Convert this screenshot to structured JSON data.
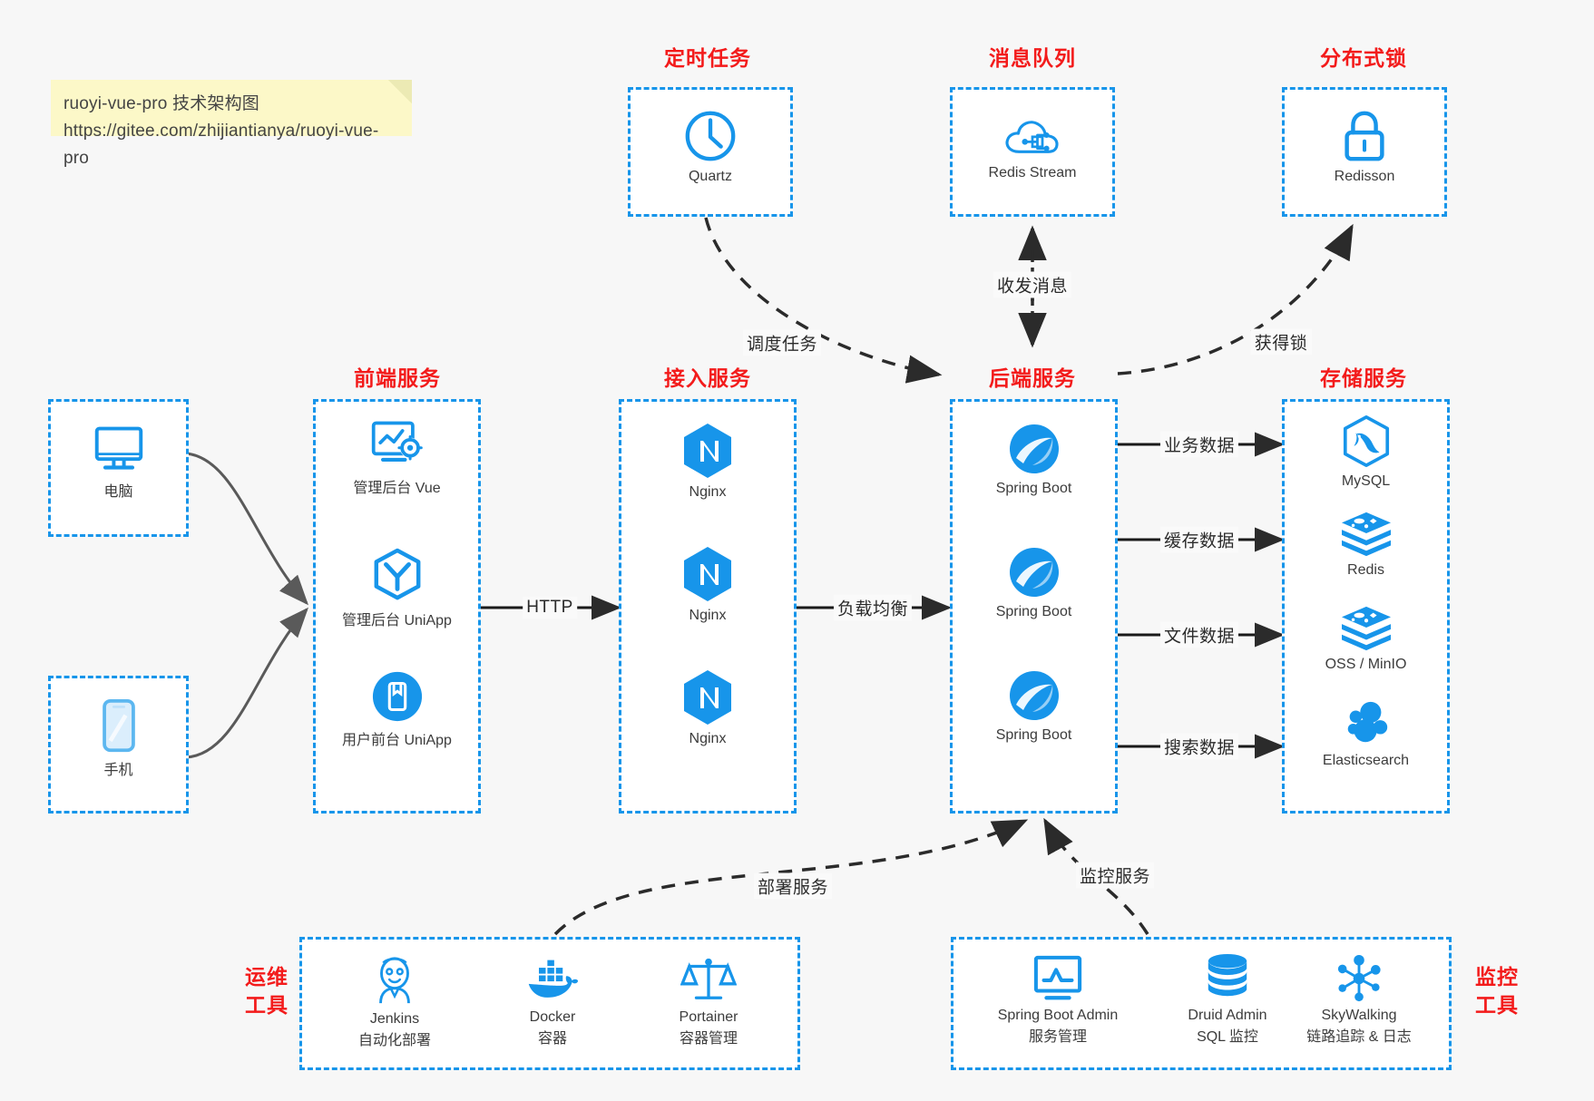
{
  "note": {
    "line1": "ruoyi-vue-pro 技术架构图",
    "line2": "https://gitee.com/zhijiantianya/ruoyi-vue-pro"
  },
  "colors": {
    "accent": "#1795ea",
    "title_red": "#f31b1b",
    "canvas": "#f7f7f7",
    "box_fill": "#ffffff",
    "note_fill": "#fcf8c8",
    "edge": "#3b3b3b",
    "curve": "#5a5a5a"
  },
  "groups": {
    "scheduler": {
      "title": "定时任务",
      "nodes": [
        {
          "label": "Quartz",
          "icon": "clock-icon"
        }
      ]
    },
    "mq": {
      "title": "消息队列",
      "nodes": [
        {
          "label": "Redis Stream",
          "icon": "cloud-network-icon"
        }
      ]
    },
    "lock": {
      "title": "分布式锁",
      "nodes": [
        {
          "label": "Redisson",
          "icon": "lock-icon"
        }
      ]
    },
    "client_pc": {
      "title": "",
      "nodes": [
        {
          "label": "电脑",
          "icon": "desktop-icon"
        }
      ]
    },
    "client_mobile": {
      "title": "",
      "nodes": [
        {
          "label": "手机",
          "icon": "smartphone-icon"
        }
      ]
    },
    "frontend": {
      "title": "前端服务",
      "nodes": [
        {
          "label": "管理后台 Vue",
          "icon": "dashboard-gear-icon"
        },
        {
          "label": "管理后台 UniApp",
          "icon": "uniapp-cube-icon"
        },
        {
          "label": "用户前台 UniApp",
          "icon": "mobile-app-icon"
        }
      ]
    },
    "gateway": {
      "title": "接入服务",
      "nodes": [
        {
          "label": "Nginx",
          "icon": "nginx-icon"
        },
        {
          "label": "Nginx",
          "icon": "nginx-icon"
        },
        {
          "label": "Nginx",
          "icon": "nginx-icon"
        }
      ]
    },
    "backend": {
      "title": "后端服务",
      "nodes": [
        {
          "label": "Spring Boot",
          "icon": "spring-boot-icon"
        },
        {
          "label": "Spring Boot",
          "icon": "spring-boot-icon"
        },
        {
          "label": "Spring Boot",
          "icon": "spring-boot-icon"
        }
      ]
    },
    "storage": {
      "title": "存储服务",
      "nodes": [
        {
          "label": "MySQL",
          "icon": "mysql-dolphin-icon"
        },
        {
          "label": "Redis",
          "icon": "redis-stack-icon"
        },
        {
          "label": "OSS / MinIO",
          "icon": "oss-stack-icon"
        },
        {
          "label": "Elasticsearch",
          "icon": "elasticsearch-icon"
        }
      ]
    },
    "devops": {
      "title": "运维\n工具",
      "title_lines": [
        "运维",
        "工具"
      ],
      "nodes": [
        {
          "label": "Jenkins",
          "sub": "自动化部署",
          "icon": "jenkins-butler-icon"
        },
        {
          "label": "Docker",
          "sub": "容器",
          "icon": "docker-whale-icon"
        },
        {
          "label": "Portainer",
          "sub": "容器管理",
          "icon": "portainer-scales-icon"
        }
      ]
    },
    "monitor": {
      "title_lines": [
        "监控",
        "工具"
      ],
      "nodes": [
        {
          "label": "Spring Boot Admin",
          "sub": "服务管理",
          "icon": "monitor-chart-icon"
        },
        {
          "label": "Druid Admin",
          "sub": "SQL 监控",
          "icon": "database-icon"
        },
        {
          "label": "SkyWalking",
          "sub": "链路追踪 & 日志",
          "icon": "skywalking-node-icon"
        }
      ]
    }
  },
  "edges": [
    {
      "id": "http",
      "label": "HTTP"
    },
    {
      "id": "lb",
      "label": "负载均衡"
    },
    {
      "id": "schedule",
      "label": "调度任务"
    },
    {
      "id": "mq",
      "label": "收发消息"
    },
    {
      "id": "lock",
      "label": "获得锁"
    },
    {
      "id": "biz",
      "label": "业务数据"
    },
    {
      "id": "cache",
      "label": "缓存数据"
    },
    {
      "id": "file",
      "label": "文件数据"
    },
    {
      "id": "search",
      "label": "搜索数据"
    },
    {
      "id": "deploy",
      "label": "部署服务"
    },
    {
      "id": "observe",
      "label": "监控服务"
    }
  ]
}
